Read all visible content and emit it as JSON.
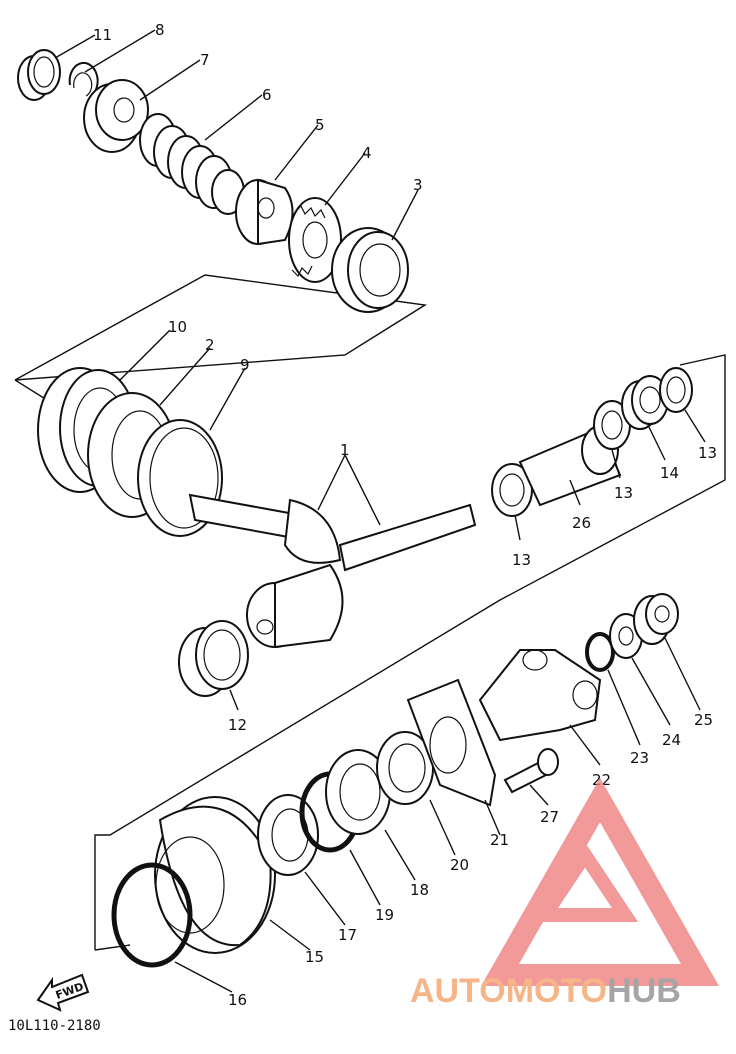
{
  "drawing_code": "10L110-2180",
  "fwd_label": "FWD",
  "watermark": {
    "part1": "AUTO",
    "part2": "MOTO",
    "part3": "HUB",
    "color_accent": "#f08080",
    "color_text_orange": "#f5a36a",
    "color_text_gray": "#8f8f8f"
  },
  "callouts": [
    {
      "id": "c11",
      "label": "11"
    },
    {
      "id": "c8",
      "label": "8"
    },
    {
      "id": "c7",
      "label": "7"
    },
    {
      "id": "c6",
      "label": "6"
    },
    {
      "id": "c5",
      "label": "5"
    },
    {
      "id": "c4",
      "label": "4"
    },
    {
      "id": "c3",
      "label": "3"
    },
    {
      "id": "c10",
      "label": "10"
    },
    {
      "id": "c2",
      "label": "2"
    },
    {
      "id": "c9",
      "label": "9"
    },
    {
      "id": "c1",
      "label": "1"
    },
    {
      "id": "c13a",
      "label": "13"
    },
    {
      "id": "c14",
      "label": "14"
    },
    {
      "id": "c13b",
      "label": "13"
    },
    {
      "id": "c26",
      "label": "26"
    },
    {
      "id": "c13c",
      "label": "13"
    },
    {
      "id": "c12",
      "label": "12"
    },
    {
      "id": "c23",
      "label": "23"
    },
    {
      "id": "c24",
      "label": "24"
    },
    {
      "id": "c25",
      "label": "25"
    },
    {
      "id": "c22",
      "label": "22"
    },
    {
      "id": "c27",
      "label": "27"
    },
    {
      "id": "c21",
      "label": "21"
    },
    {
      "id": "c20",
      "label": "20"
    },
    {
      "id": "c18",
      "label": "18"
    },
    {
      "id": "c19",
      "label": "19"
    },
    {
      "id": "c17",
      "label": "17"
    },
    {
      "id": "c15",
      "label": "15"
    },
    {
      "id": "c16",
      "label": "16"
    }
  ]
}
